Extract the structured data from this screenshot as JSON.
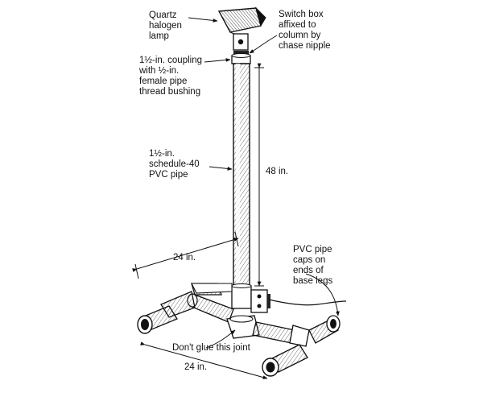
{
  "labels": {
    "lamp": "Quartz\nhalogen\nlamp",
    "switch_box": "Switch box\naffixed to\ncolumn by\nchase nipple",
    "coupling": "1½-in. coupling\nwith ½-in.\nfemale pipe\nthread bushing",
    "pipe": "1½-in.\nschedule-40\nPVC pipe",
    "height": "48 in.",
    "width_upper": "24 in.",
    "caps": "PVC pipe\ncaps on\nends of\nbase legs",
    "joint": "Don't glue this joint",
    "width_lower": "24 in."
  }
}
